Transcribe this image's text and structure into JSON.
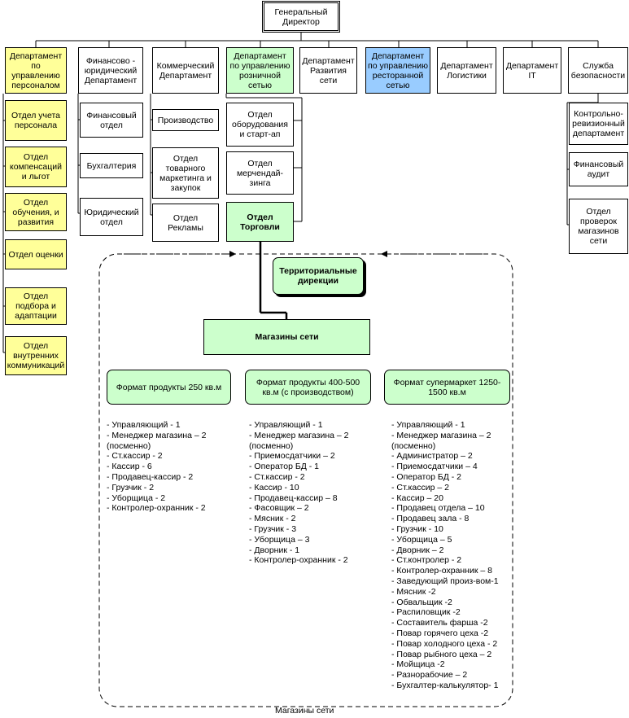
{
  "ceo": "Генеральный\nДиректор",
  "departments": {
    "hr": "Департамент по управлению персоналом",
    "finance": "Финансово - юридический Департамент",
    "commercial": "Коммерческий Департамент",
    "retail": "Департамент по управлению розничной сетью",
    "development": "Департамент Развития сети",
    "restaurant": "Департамент по управлению ресторанной сетью",
    "logistics": "Департамент Логистики",
    "it": "Департамент IT",
    "security": "Служба безопасности"
  },
  "hr_units": [
    "Отдел учета персонала",
    "Отдел компенсаций и льгот",
    "Отдел обучения, и развития",
    "Отдел оценки",
    "Отдел подбора и адаптации",
    "Отдел внутренних коммуникаций"
  ],
  "finance_units": [
    "Финансовый отдел",
    "Бухгалтерия",
    "Юридический отдел"
  ],
  "commercial_units": [
    "Производство",
    "Отдел товарного маркетинга и закупок",
    "Отдел Рекламы"
  ],
  "retail_units": [
    "Отдел оборудования и старт-ап",
    "Отдел мерчендай-зинга",
    "Отдел Торговли"
  ],
  "security_units": [
    "Контрольно-ревизионный департамент",
    "Финансовый аудит",
    "Отдел проверок магазинов сети"
  ],
  "territorial": "Территориальные дирекции",
  "stores": "Магазины сети",
  "stores_caption": "Магазины сети",
  "formats": [
    {
      "title": "Формат продукты 250 кв.м",
      "staff": [
        "- Управляющий - 1",
        "- Менеджер магазина – 2",
        "(посменно)",
        "- Ст.кассир - 2",
        "- Кассир - 6",
        "- Продавец-кассир - 2",
        "- Грузчик - 2",
        "- Уборщица - 2",
        "- Контролер-охранник - 2"
      ]
    },
    {
      "title": "Формат продукты 400-500 кв.м (с производством)",
      "staff": [
        "- Управляющий - 1",
        "- Менеджер магазина – 2",
        "(посменно)",
        "- Приемосдатчики – 2",
        "- Оператор БД - 1",
        "- Ст.кассир - 2",
        "- Кассир - 10",
        "- Продавец-кассир – 8",
        "- Фасовщик – 2",
        "- Мясник - 2",
        "- Грузчик - 3",
        "- Уборщица – 3",
        "- Дворник - 1",
        "- Контролер-охранник - 2"
      ]
    },
    {
      "title": "Формат супермаркет 1250-1500 кв.м",
      "staff": [
        "- Управляющий - 1",
        "- Менеджер магазина – 2",
        "(посменно)",
        "- Администратор – 2",
        "- Приемосдатчики – 4",
        "- Оператор БД - 2",
        "- Ст.кассир – 2",
        "- Кассир – 20",
        "- Продавец отдела – 10",
        "- Продавец зала - 8",
        "- Грузчик - 10",
        "- Уборщица – 5",
        "- Дворник – 2",
        "- Ст.контролер - 2",
        "- Контролер-охранник – 8",
        "- Заведующий произ-вом-1",
        "- Мясник -2",
        "- Обвальщик -2",
        "- Распиловщик -2",
        "- Составитель фарша -2",
        "- Повар горячего цеха -2",
        "- Повар холодного цеха - 2",
        "- Повар рыбного цеха – 2",
        "- Мойщица -2",
        "- Разнорабочие – 2",
        "- Бухгалтер-калькулятор- 1"
      ]
    }
  ]
}
